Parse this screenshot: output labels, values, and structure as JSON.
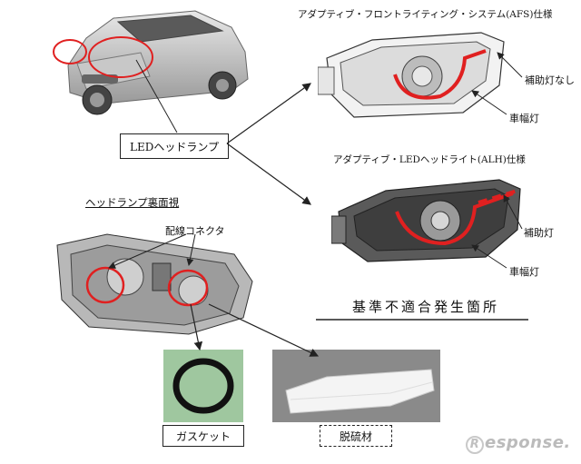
{
  "labels": {
    "afs_title": "アダプティブ・フロントライティング・システム(AFS)仕様",
    "alh_title": "アダプティブ・LEDヘッドライト(ALH)仕様",
    "no_aux_lamp": "補助灯なし",
    "side_lamp_1": "車幅灯",
    "aux_lamp": "補助灯",
    "side_lamp_2": "車幅灯",
    "led_headlamp": "LEDヘッドランプ",
    "rear_view": "ヘッドランプ裏面視",
    "connector": "配線コネクタ",
    "nonconformity": "基準不適合発生箇所",
    "gasket": "ガスケット",
    "desulfurizer": "脱硫材"
  },
  "brand": {
    "mark": "R",
    "text": "esponse."
  },
  "colors": {
    "highlight": "#e02020",
    "line": "#222222",
    "photo_gray": "#8a8a8a"
  }
}
